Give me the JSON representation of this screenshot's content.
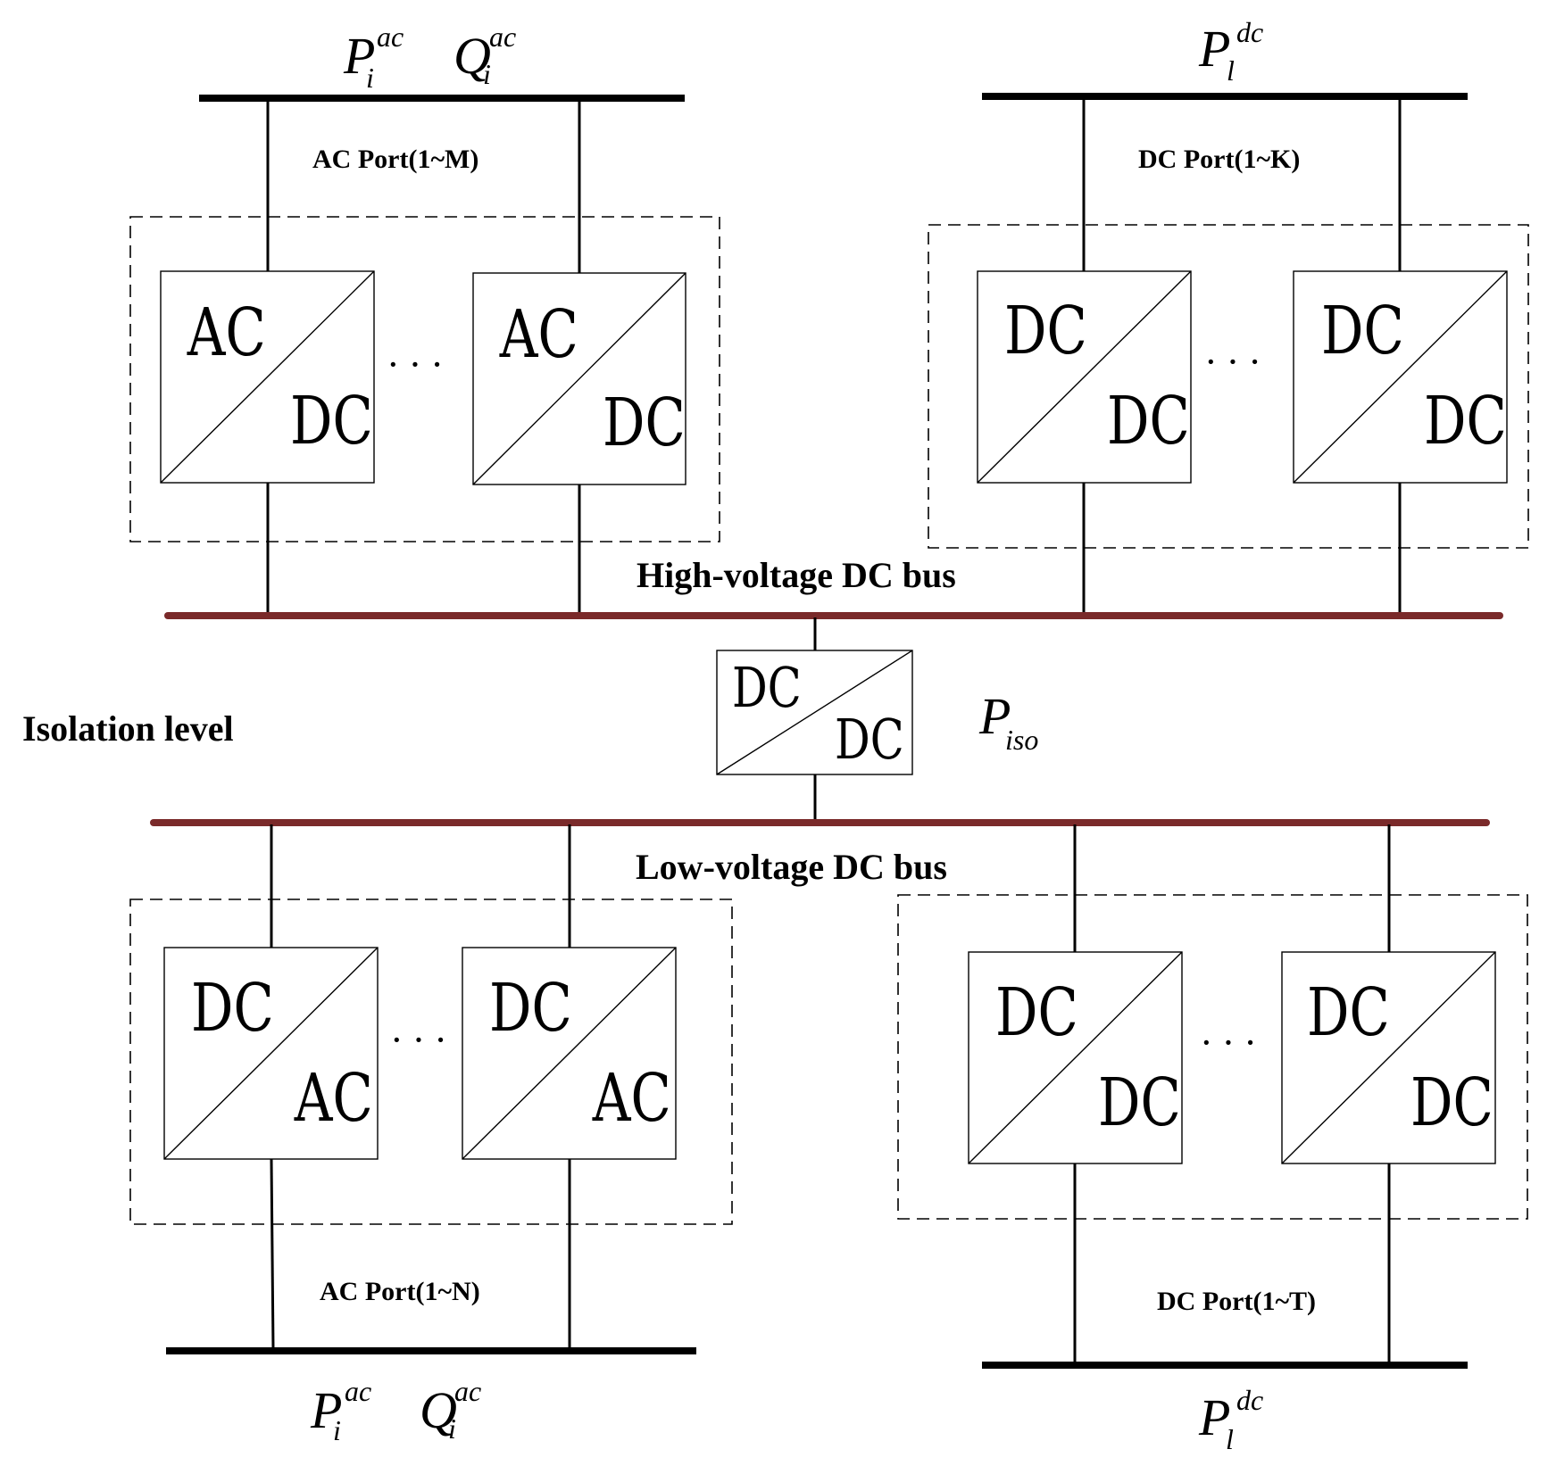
{
  "power_symbols": {
    "p_base": "P",
    "q_base": "Q",
    "ac_sub": "i",
    "ac_sup": "ac",
    "dc_sub": "l",
    "dc_sup": "dc",
    "iso_sub": "iso"
  },
  "ports": {
    "ac_top": "AC Port(1~M)",
    "dc_top": "DC Port(1~K)",
    "ac_bottom": "AC Port(1~N)",
    "dc_bottom": "DC Port(1~T)"
  },
  "buses": {
    "high_voltage": "High-voltage DC bus",
    "low_voltage": "Low-voltage DC bus",
    "isolation": "Isolation level"
  },
  "converter_labels": {
    "ac": "AC",
    "dc": "DC",
    "ellipsis": "···"
  },
  "colors": {
    "dc_bus": "#7a2a2a",
    "lines": "#000000"
  }
}
